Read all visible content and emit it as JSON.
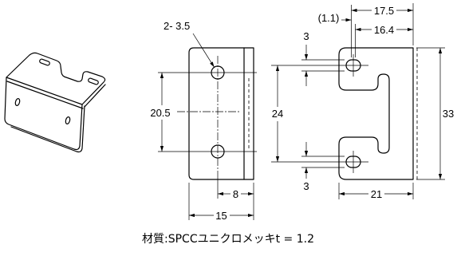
{
  "colors": {
    "ink": "#000000",
    "paper": "#ffffff"
  },
  "front_view": {
    "hole_callout": "2- 3.5",
    "hole_pitch": "20.5",
    "hole_to_edge": "8",
    "flange_width": "15"
  },
  "side_view": {
    "slot_offset": "(1.1)",
    "slot_far_end": "17.5",
    "slot_near_end": "16.4",
    "slot_width_upper": "3",
    "slot_width_lower": "3",
    "slot_pitch": "24",
    "overall_height": "33",
    "overall_width": "21"
  },
  "note": {
    "material": "材質:SPCCユニクロメッキt = 1.2"
  }
}
